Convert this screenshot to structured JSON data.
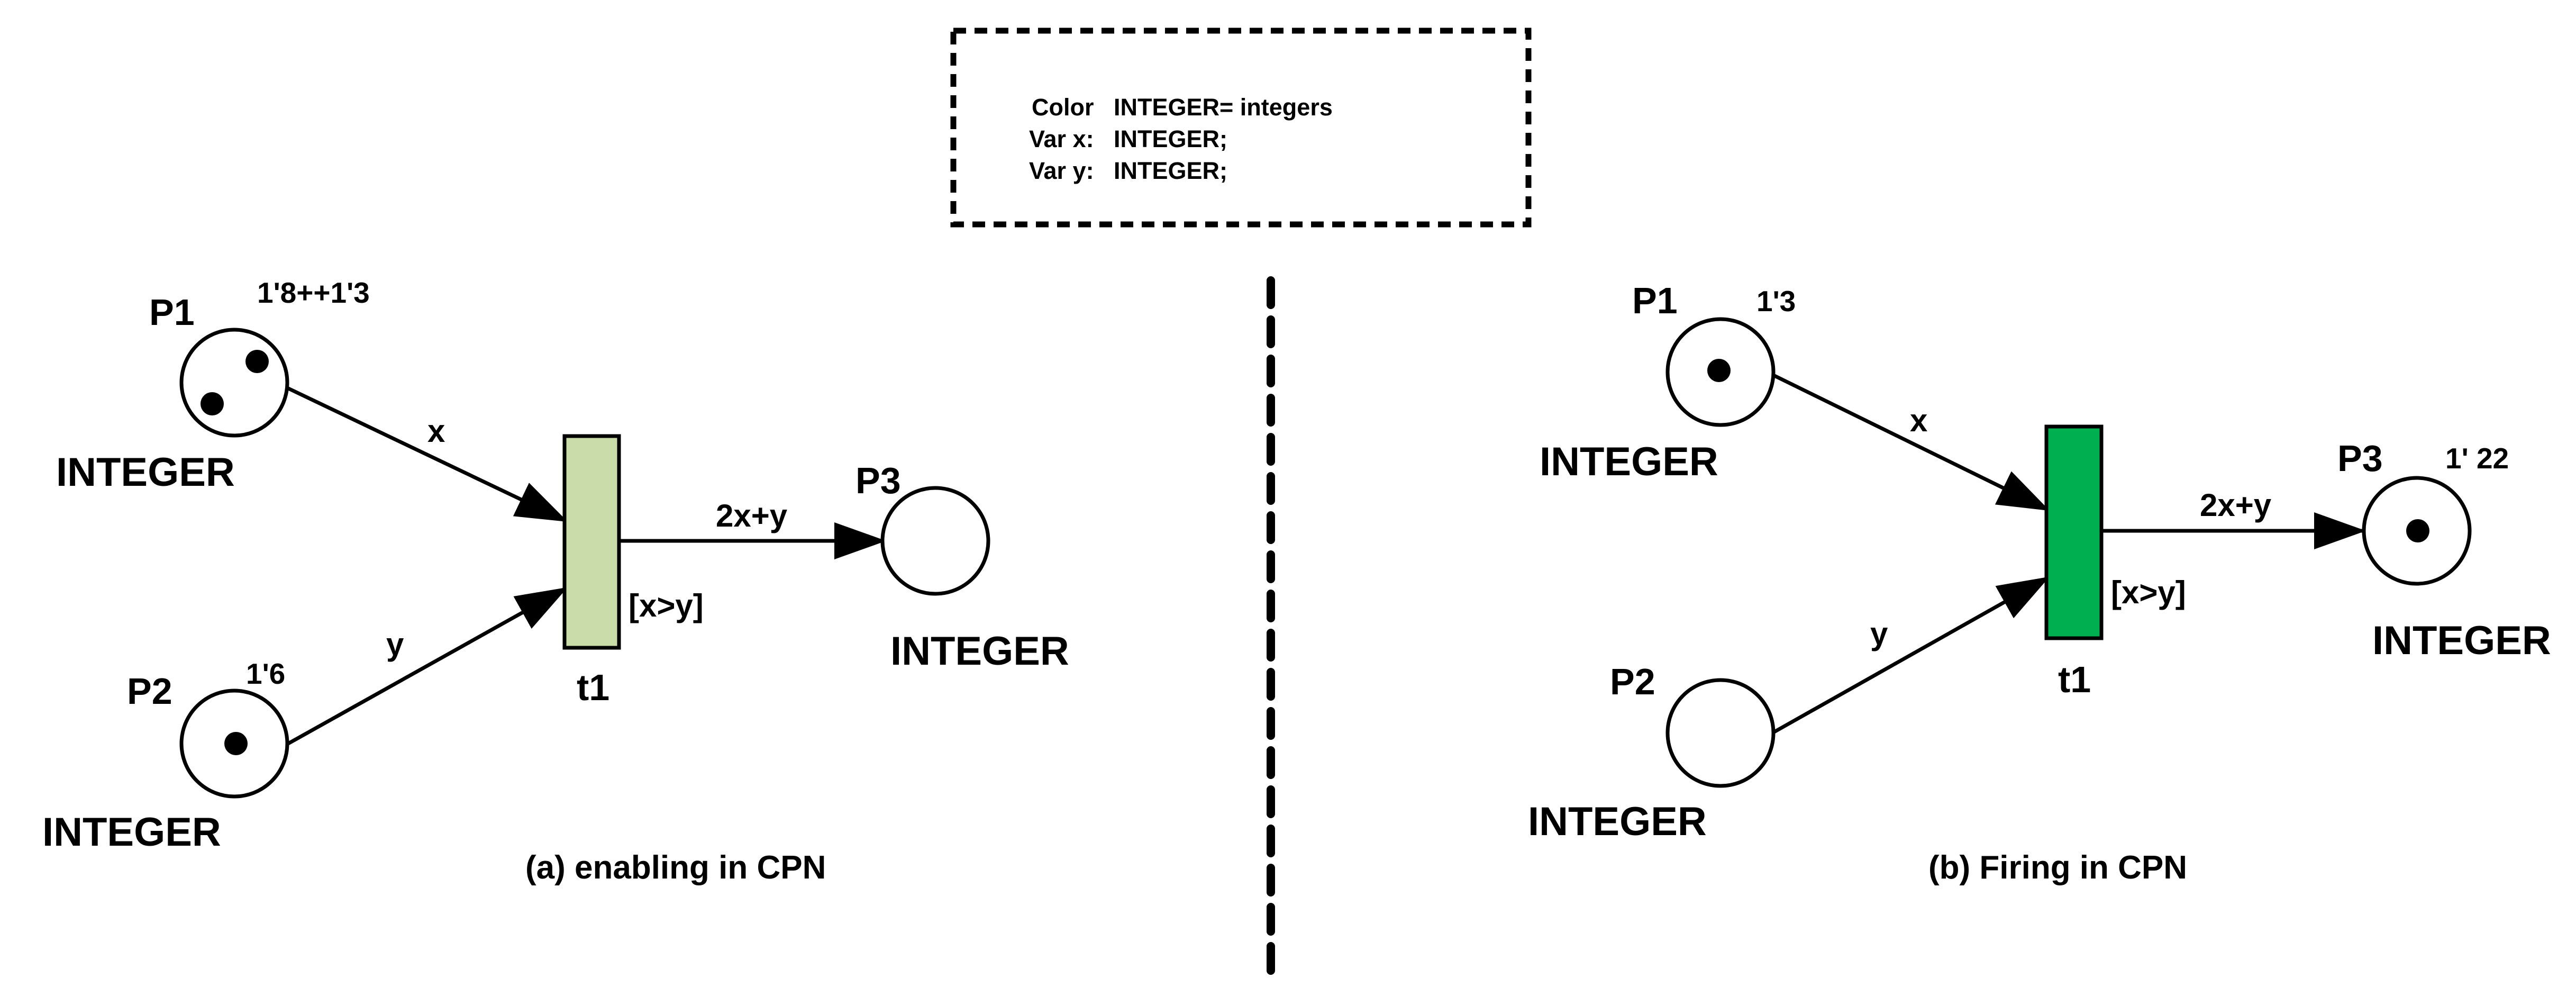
{
  "declarations": {
    "lines": [
      {
        "head": "Color",
        "body": "INTEGER= integers"
      },
      {
        "head": "Var x:",
        "body": "INTEGER;"
      },
      {
        "head": "Var y:",
        "body": "INTEGER;"
      }
    ]
  },
  "panel_a": {
    "caption": "(a) enabling in CPN",
    "p1": {
      "name": "P1",
      "marking": "1'8++1'3",
      "type": "INTEGER",
      "tokens": 2
    },
    "p2": {
      "name": "P2",
      "marking": "1'6",
      "type": "INTEGER",
      "tokens": 1
    },
    "p3": {
      "name": "P3",
      "marking": "",
      "type": "INTEGER",
      "tokens": 0
    },
    "transition": {
      "name": "t1",
      "guard": "[x>y]",
      "color": "#c9dcaa"
    },
    "arcs": {
      "p1_t1": "x",
      "p2_t1": "y",
      "t1_p3": "2x+y"
    }
  },
  "panel_b": {
    "caption": "(b) Firing in CPN",
    "p1": {
      "name": "P1",
      "marking": "1'3",
      "type": "INTEGER",
      "tokens": 1
    },
    "p2": {
      "name": "P2",
      "marking": "",
      "type": "INTEGER",
      "tokens": 0
    },
    "p3": {
      "name": "P3",
      "marking": "1' 22",
      "type": "INTEGER",
      "tokens": 1
    },
    "transition": {
      "name": "t1",
      "guard": "[x>y]",
      "color": "#00b050"
    },
    "arcs": {
      "p1_t1": "x",
      "p2_t1": "y",
      "t1_p3": "2x+y"
    }
  }
}
